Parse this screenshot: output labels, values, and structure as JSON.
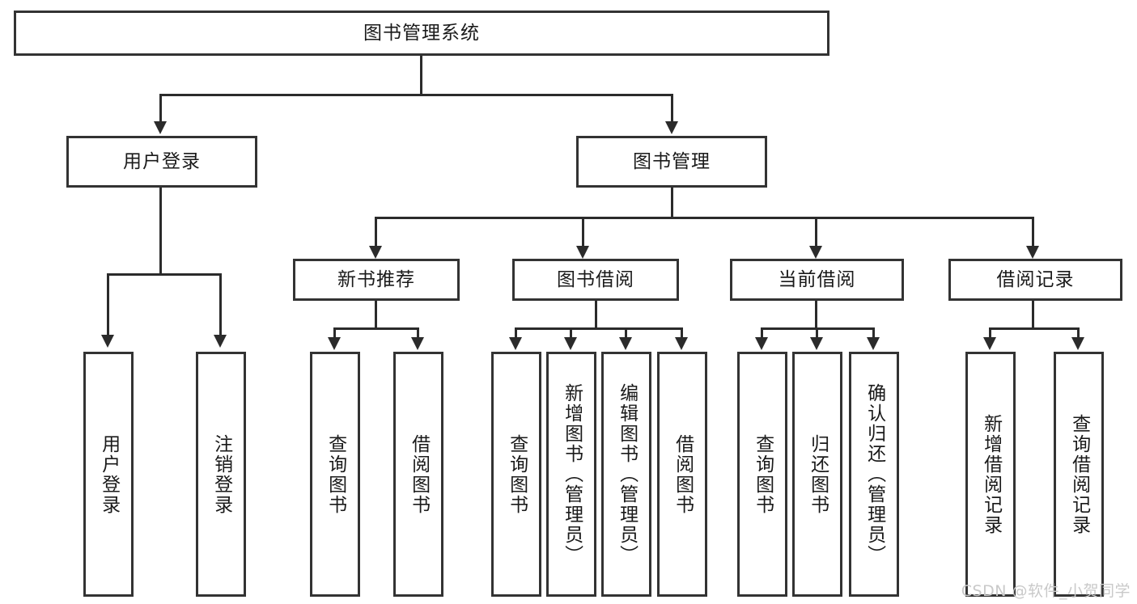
{
  "diagram": {
    "title": "图书管理系统",
    "watermark": "CSDN @软件_小贺同学",
    "root": {
      "label": "图书管理系统"
    },
    "level1": [
      {
        "label": "用户登录"
      },
      {
        "label": "图书管理"
      }
    ],
    "level2": [
      {
        "label": "新书推荐"
      },
      {
        "label": "图书借阅"
      },
      {
        "label": "当前借阅"
      },
      {
        "label": "借阅记录"
      }
    ],
    "leaves": {
      "user_login": [
        {
          "label": "用户登录"
        },
        {
          "label": "注销登录"
        }
      ],
      "new_book_recommend": [
        {
          "label": "查询图书"
        },
        {
          "label": "借阅图书"
        }
      ],
      "book_borrow": [
        {
          "label": "查询图书"
        },
        {
          "label": "新增图书（管理员）"
        },
        {
          "label": "编辑图书（管理员）"
        },
        {
          "label": "借阅图书"
        }
      ],
      "current_borrow": [
        {
          "label": "查询图书"
        },
        {
          "label": "归还图书"
        },
        {
          "label": "确认归还（管理员）"
        }
      ],
      "borrow_record": [
        {
          "label": "新增借阅记录"
        },
        {
          "label": "查询借阅记录"
        }
      ]
    },
    "colors": {
      "box_border": "#333333",
      "connector": "#2b2b2b",
      "text": "#1a1a1a",
      "background": "#ffffff",
      "watermark": "#c9c9c9"
    }
  }
}
